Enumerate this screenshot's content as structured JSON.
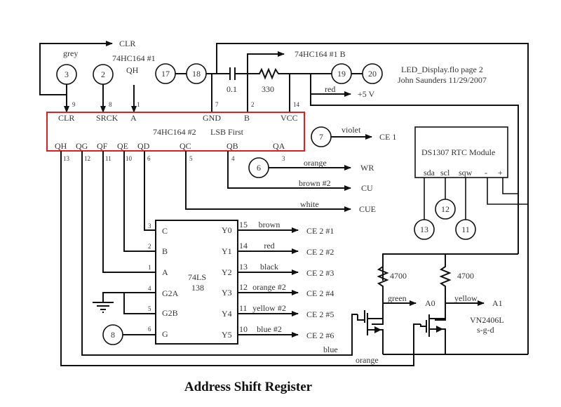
{
  "title": "Address Shift Register",
  "header": {
    "file_label": "LED_Display.flo page 2",
    "author_label": "John Saunders 11/29/2007"
  },
  "top_labels": {
    "clr_out": "CLR",
    "grey": "grey",
    "chip1_name": "74HC164 #1",
    "chip1_qh": "QH",
    "chip1_b": "74HC164 #1 B",
    "cap_value": "0.1",
    "res_value": "330",
    "red": "red",
    "plus5v": "+5 V"
  },
  "nodes": {
    "n3": "3",
    "n2": "2",
    "n17": "17",
    "n18": "18",
    "n19": "19",
    "n20": "20",
    "n7": "7",
    "n6": "6",
    "n8": "8",
    "n12": "12",
    "n13": "13",
    "n11": "11"
  },
  "shift_register": {
    "name": "74HC164 #2",
    "note": "LSB First",
    "border_color": "#e02020",
    "top_pins": [
      {
        "label": "CLR",
        "num": "9"
      },
      {
        "label": "SRCK",
        "num": "8"
      },
      {
        "label": "A",
        "num": "1"
      },
      {
        "label": "GND",
        "num": "7"
      },
      {
        "label": "B",
        "num": "2"
      },
      {
        "label": "VCC",
        "num": "14"
      }
    ],
    "bottom_pins": [
      {
        "label": "QH",
        "num": "13"
      },
      {
        "label": "QG",
        "num": "12"
      },
      {
        "label": "QF",
        "num": "11"
      },
      {
        "label": "QE",
        "num": "10"
      },
      {
        "label": "QD",
        "num": "6"
      },
      {
        "label": "QC",
        "num": "5"
      },
      {
        "label": "QB",
        "num": "4"
      },
      {
        "label": "QA",
        "num": "3"
      }
    ]
  },
  "outputs": {
    "ce1": {
      "wire": "violet",
      "target": "CE 1"
    },
    "wr": {
      "wire": "orange",
      "target": "WR"
    },
    "cu": {
      "wire": "brown #2",
      "target": "CU"
    },
    "cue": {
      "wire": "white",
      "target": "CUE"
    }
  },
  "rtc": {
    "name": "DS1307 RTC Module",
    "pins": [
      "sda",
      "scl",
      "sqw",
      "-",
      "+"
    ]
  },
  "decoder": {
    "name_line1": "74LS",
    "name_line2": "138",
    "inputs": [
      {
        "label": "C",
        "num": "3"
      },
      {
        "label": "B",
        "num": "2"
      },
      {
        "label": "A",
        "num": "1"
      },
      {
        "label": "G2A",
        "num": "4"
      },
      {
        "label": "G2B",
        "num": "5"
      },
      {
        "label": "G",
        "num": "6"
      }
    ],
    "outputs": [
      {
        "label": "Y0",
        "num": "15",
        "wire": "brown",
        "target": "CE 2 #1"
      },
      {
        "label": "Y1",
        "num": "14",
        "wire": "red",
        "target": "CE 2 #2"
      },
      {
        "label": "Y2",
        "num": "13",
        "wire": "black",
        "target": "CE 2 #3"
      },
      {
        "label": "Y3",
        "num": "12",
        "wire": "orange #2",
        "target": "CE 2 #4"
      },
      {
        "label": "Y4",
        "num": "11",
        "wire": "yellow #2",
        "target": "CE 2 #5"
      },
      {
        "label": "Y5",
        "num": "10",
        "wire": "blue #2",
        "target": "CE 2 #6"
      }
    ]
  },
  "mosfets": {
    "r1": "4700",
    "r2": "4700",
    "out1_wire": "green",
    "out1_target": "A0",
    "out2_wire": "yellow",
    "out2_target": "A1",
    "part": "VN2406L",
    "pinout": "s-g-d",
    "gate1_wire": "blue",
    "gate2_wire": "orange"
  }
}
